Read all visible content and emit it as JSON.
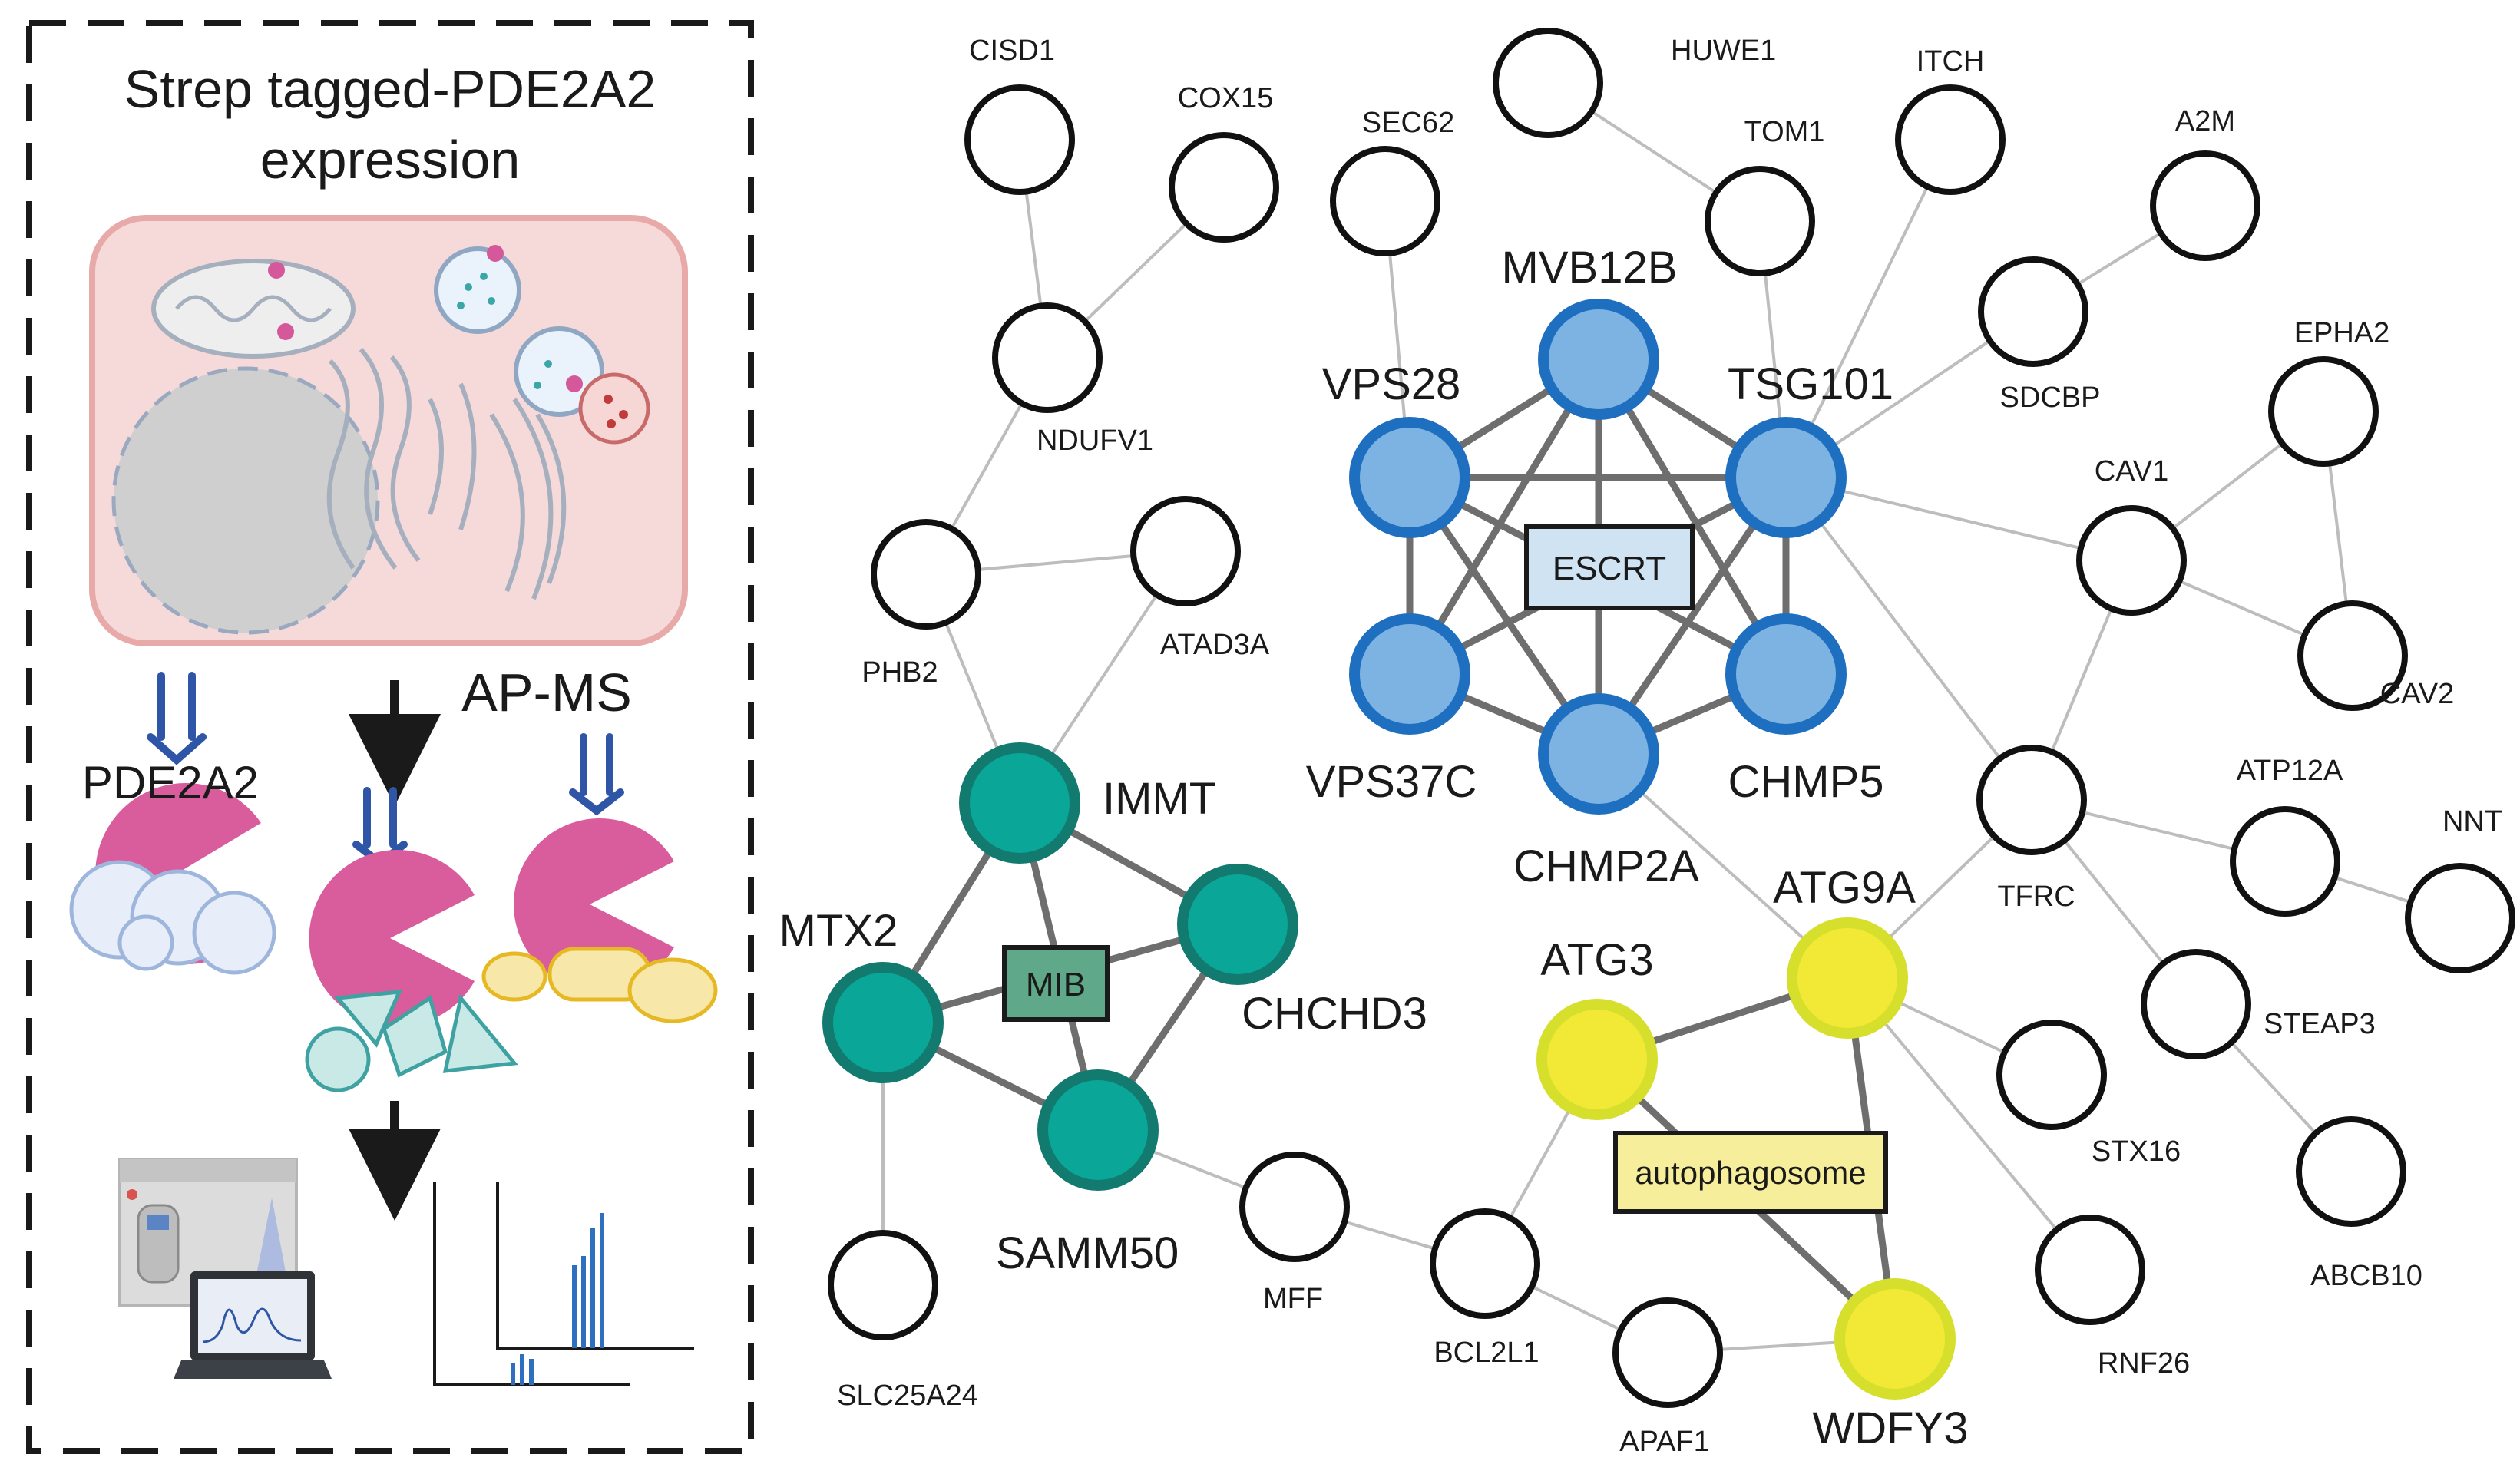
{
  "workflow": {
    "title_line1": "Strep tagged-PDE2A2",
    "title_line2": "expression",
    "bait_label": "PDE2A2",
    "method_label": "AP-MS"
  },
  "network": {
    "clusters": [
      {
        "id": "escrt",
        "label": "ESCRT",
        "node_color": "#7db3e3",
        "node_border": "#1f6fc0",
        "box_color": "#cfe3f2"
      },
      {
        "id": "mib",
        "label": "MIB",
        "node_color": "#0aa697",
        "node_border": "#127a6e",
        "box_color": "#5fa88a"
      },
      {
        "id": "autophagosome",
        "label": "autophagosome",
        "node_color": "#f2e936",
        "node_border": "#d6df2c",
        "box_color": "#f6ee9a"
      }
    ],
    "nodes": [
      {
        "id": "CISD1",
        "label": "CISD1",
        "size": "small"
      },
      {
        "id": "COX15",
        "label": "COX15",
        "size": "small"
      },
      {
        "id": "NDUFV1",
        "label": "NDUFV1",
        "size": "small"
      },
      {
        "id": "SEC62",
        "label": "SEC62",
        "size": "small"
      },
      {
        "id": "HUWE1",
        "label": "HUWE1",
        "size": "small"
      },
      {
        "id": "TOM1",
        "label": "TOM1",
        "size": "small"
      },
      {
        "id": "ITCH",
        "label": "ITCH",
        "size": "small"
      },
      {
        "id": "A2M",
        "label": "A2M",
        "size": "small"
      },
      {
        "id": "SDCBP",
        "label": "SDCBP",
        "size": "small"
      },
      {
        "id": "EPHA2",
        "label": "EPHA2",
        "size": "small"
      },
      {
        "id": "CAV1",
        "label": "CAV1",
        "size": "small"
      },
      {
        "id": "CAV2",
        "label": "CAV2",
        "size": "small"
      },
      {
        "id": "PHB2",
        "label": "PHB2",
        "size": "small"
      },
      {
        "id": "ATAD3A",
        "label": "ATAD3A",
        "size": "small"
      },
      {
        "id": "MVB12B",
        "label": "MVB12B",
        "size": "big",
        "cluster": "escrt"
      },
      {
        "id": "VPS28",
        "label": "VPS28",
        "size": "big",
        "cluster": "escrt"
      },
      {
        "id": "TSG101",
        "label": "TSG101",
        "size": "big",
        "cluster": "escrt"
      },
      {
        "id": "VPS37C",
        "label": "VPS37C",
        "size": "big",
        "cluster": "escrt"
      },
      {
        "id": "CHMP5",
        "label": "CHMP5",
        "size": "big",
        "cluster": "escrt"
      },
      {
        "id": "CHMP2A",
        "label": "CHMP2A",
        "size": "big",
        "cluster": "escrt"
      },
      {
        "id": "IMMT",
        "label": "IMMT",
        "size": "big",
        "cluster": "mib"
      },
      {
        "id": "MTX2",
        "label": "MTX2",
        "size": "big",
        "cluster": "mib"
      },
      {
        "id": "CHCHD3",
        "label": "CHCHD3",
        "size": "big",
        "cluster": "mib"
      },
      {
        "id": "SAMM50",
        "label": "SAMM50",
        "size": "big",
        "cluster": "mib"
      },
      {
        "id": "TFRC",
        "label": "TFRC",
        "size": "small"
      },
      {
        "id": "ATP12A",
        "label": "ATP12A",
        "size": "small"
      },
      {
        "id": "NNT",
        "label": "NNT",
        "size": "small"
      },
      {
        "id": "STEAP3",
        "label": "STEAP3",
        "size": "small"
      },
      {
        "id": "ABCB10",
        "label": "ABCB10",
        "size": "small"
      },
      {
        "id": "ATG9A",
        "label": "ATG9A",
        "size": "big",
        "cluster": "autophagosome"
      },
      {
        "id": "ATG3",
        "label": "ATG3",
        "size": "big",
        "cluster": "autophagosome"
      },
      {
        "id": "WDFY3",
        "label": "WDFY3",
        "size": "big",
        "cluster": "autophagosome"
      },
      {
        "id": "STX16",
        "label": "STX16",
        "size": "small"
      },
      {
        "id": "RNF26",
        "label": "RNF26",
        "size": "small"
      },
      {
        "id": "SLC25A24",
        "label": "SLC25A24",
        "size": "small"
      },
      {
        "id": "MFF",
        "label": "MFF",
        "size": "small"
      },
      {
        "id": "BCL2L1",
        "label": "BCL2L1",
        "size": "small"
      },
      {
        "id": "APAF1",
        "label": "APAF1",
        "size": "small"
      }
    ],
    "edges": [
      [
        "CISD1",
        "NDUFV1",
        "weak"
      ],
      [
        "COX15",
        "NDUFV1",
        "weak"
      ],
      [
        "NDUFV1",
        "PHB2",
        "weak"
      ],
      [
        "PHB2",
        "ATAD3A",
        "weak"
      ],
      [
        "PHB2",
        "IMMT",
        "weak"
      ],
      [
        "ATAD3A",
        "IMMT",
        "weak"
      ],
      [
        "SEC62",
        "VPS28",
        "weak"
      ],
      [
        "HUWE1",
        "TOM1",
        "weak"
      ],
      [
        "TOM1",
        "TSG101",
        "weak"
      ],
      [
        "ITCH",
        "TSG101",
        "weak"
      ],
      [
        "A2M",
        "SDCBP",
        "weak"
      ],
      [
        "SDCBP",
        "TSG101",
        "weak"
      ],
      [
        "TSG101",
        "CAV1",
        "weak"
      ],
      [
        "TSG101",
        "TFRC",
        "weak"
      ],
      [
        "EPHA2",
        "CAV1",
        "weak"
      ],
      [
        "EPHA2",
        "CAV2",
        "weak"
      ],
      [
        "CAV1",
        "CAV2",
        "weak"
      ],
      [
        "CAV1",
        "TFRC",
        "weak"
      ],
      [
        "TFRC",
        "ATP12A",
        "weak"
      ],
      [
        "TFRC",
        "STEAP3",
        "weak"
      ],
      [
        "TFRC",
        "ATG9A",
        "weak"
      ],
      [
        "ATP12A",
        "NNT",
        "weak"
      ],
      [
        "STEAP3",
        "ABCB10",
        "weak"
      ],
      [
        "CHMP2A",
        "ATG9A",
        "weak"
      ],
      [
        "ATG9A",
        "STX16",
        "weak"
      ],
      [
        "ATG9A",
        "RNF26",
        "weak"
      ],
      [
        "MTX2",
        "SLC25A24",
        "weak"
      ],
      [
        "SAMM50",
        "MFF",
        "weak"
      ],
      [
        "MFF",
        "BCL2L1",
        "weak"
      ],
      [
        "BCL2L1",
        "APAF1",
        "weak"
      ],
      [
        "BCL2L1",
        "ATG3",
        "weak"
      ],
      [
        "APAF1",
        "WDFY3",
        "weak"
      ],
      [
        "MVB12B",
        "VPS28",
        "strong"
      ],
      [
        "MVB12B",
        "TSG101",
        "strong"
      ],
      [
        "MVB12B",
        "VPS37C",
        "strong"
      ],
      [
        "MVB12B",
        "CHMP2A",
        "strong"
      ],
      [
        "MVB12B",
        "CHMP5",
        "strong"
      ],
      [
        "VPS28",
        "TSG101",
        "strong"
      ],
      [
        "VPS28",
        "VPS37C",
        "strong"
      ],
      [
        "VPS28",
        "CHMP2A",
        "strong"
      ],
      [
        "VPS28",
        "CHMP5",
        "strong"
      ],
      [
        "TSG101",
        "VPS37C",
        "strong"
      ],
      [
        "TSG101",
        "CHMP5",
        "strong"
      ],
      [
        "TSG101",
        "CHMP2A",
        "strong"
      ],
      [
        "VPS37C",
        "CHMP2A",
        "strong"
      ],
      [
        "CHMP2A",
        "CHMP5",
        "strong"
      ],
      [
        "IMMT",
        "MTX2",
        "strong"
      ],
      [
        "IMMT",
        "CHCHD3",
        "strong"
      ],
      [
        "IMMT",
        "SAMM50",
        "strong"
      ],
      [
        "MTX2",
        "CHCHD3",
        "strong"
      ],
      [
        "MTX2",
        "SAMM50",
        "strong"
      ],
      [
        "CHCHD3",
        "SAMM50",
        "strong"
      ],
      [
        "ATG3",
        "ATG9A",
        "strong"
      ],
      [
        "ATG3",
        "WDFY3",
        "strong"
      ],
      [
        "ATG9A",
        "WDFY3",
        "strong"
      ]
    ]
  }
}
